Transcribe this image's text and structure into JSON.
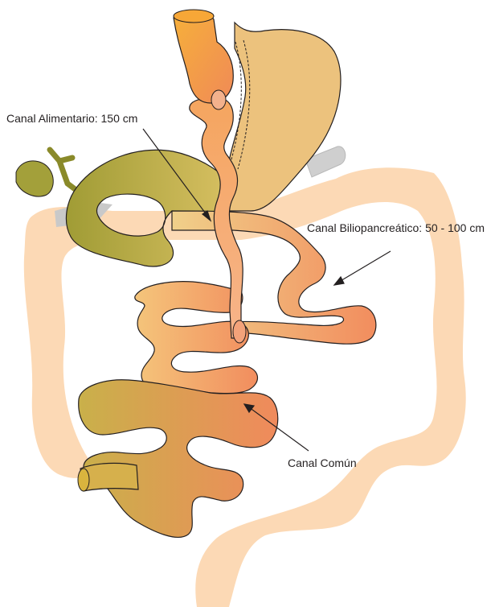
{
  "labels": {
    "alimentary": "Canal Alimentario: 150 cm",
    "biliopancreatic": "Canal Biliopancreático: 50 - 100 cm",
    "common": "Canal Común"
  },
  "colors": {
    "colon": "#fcd9b5",
    "stomach": "#ecc27d",
    "gallbladder": "#a3a03a",
    "duodenum_light": "#cbc25d",
    "jejunum_light": "#f5cd84",
    "alimentary_limb": "#f4a061",
    "common_channel": "#f08a5c",
    "outline": "#231f20"
  }
}
